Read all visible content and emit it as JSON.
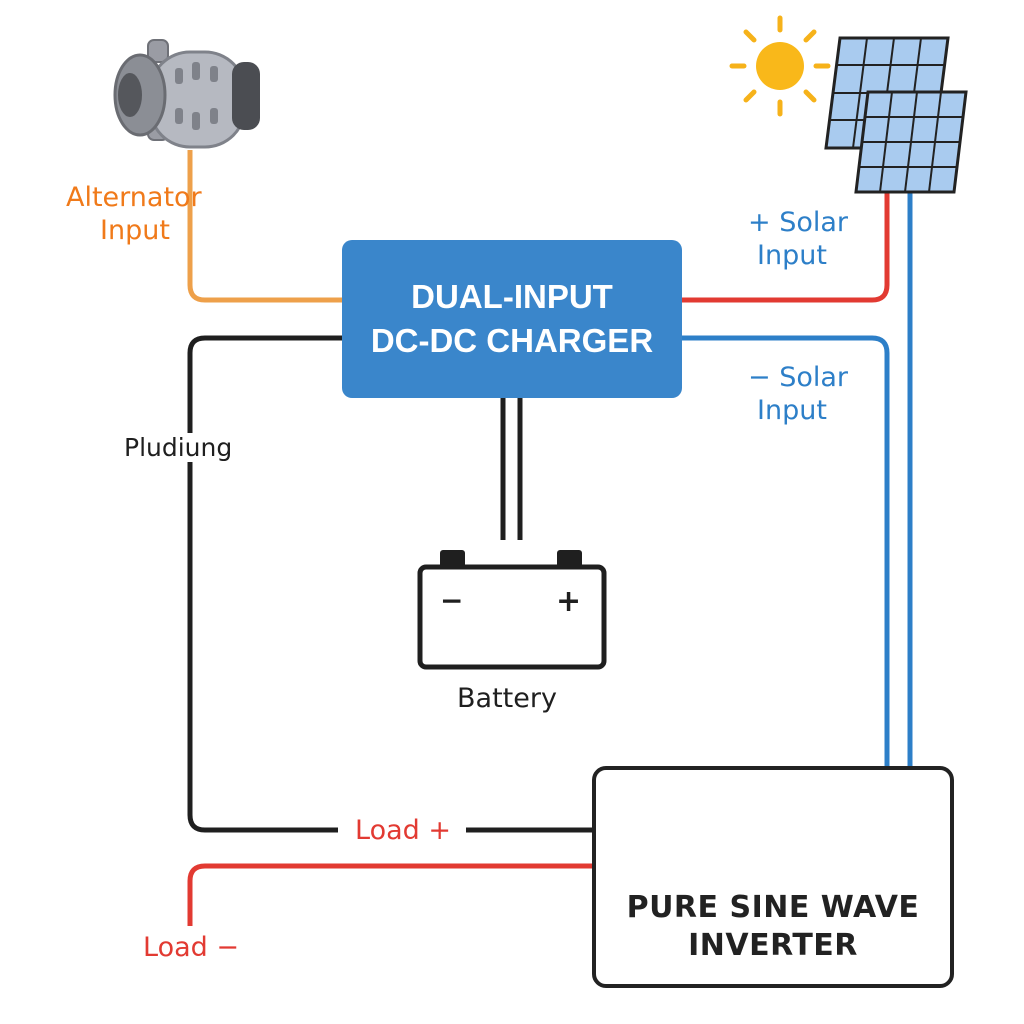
{
  "charger": {
    "line1": "DUAL-INPUT",
    "line2": "DC-DC CHARGER",
    "color": "#3a86cb"
  },
  "alternator": {
    "label_line1": "Alternator",
    "label_line2": "Input",
    "color": "#f07a1a"
  },
  "solar": {
    "plus_label_line1": "+ Solar",
    "plus_label_line2": "Input",
    "minus_label_line1": "− Solar",
    "minus_label_line2": "Input",
    "color": "#2d7fc8"
  },
  "battery": {
    "label": "Battery",
    "minus_symbol": "−",
    "plus_symbol": "+"
  },
  "inverter": {
    "line1": "PURE SINE WAVE",
    "line2": "INVERTER"
  },
  "wires": {
    "left_label": "Pludiung",
    "load_plus": "Load +",
    "load_minus": "Load −",
    "positive_color": "#e23a32",
    "negative_color": "#1f1f1f"
  }
}
